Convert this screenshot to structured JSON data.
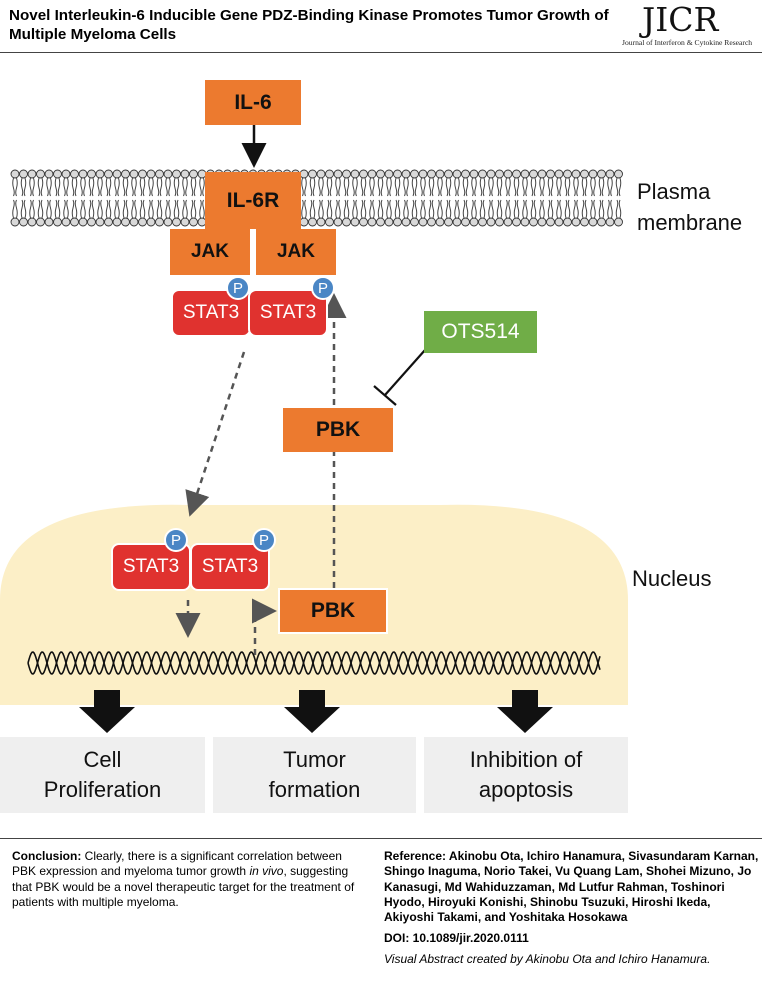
{
  "header": {
    "title": "Novel Interleukin-6 Inducible Gene PDZ-Binding Kinase Promotes Tumor Growth of Multiple Myeloma Cells",
    "journal_logo": "JICR",
    "journal_name": "Journal of Interferon & Cytokine Research"
  },
  "diagram": {
    "il6": "IL-6",
    "il6r": "IL-6R",
    "jak_left": "JAK",
    "jak_right": "JAK",
    "stat3_label": "STAT3",
    "p_label": "P",
    "inhibitor": "OTS514",
    "pbk": "PBK",
    "membrane_label": "Plasma\nmembrane",
    "nucleus_label": "Nucleus",
    "colors": {
      "orange_box": "#EC7A2F",
      "green_box": "#70AD47",
      "stat3_red": "#E0322F",
      "phospho_blue": "#4A86C5",
      "nucleus_fill": "#FCEFC7",
      "outcome_bg": "#EFEFEF"
    }
  },
  "outcomes": [
    "Cell\nProliferation",
    "Tumor\nformation",
    "Inhibition of\napoptosis"
  ],
  "footer": {
    "conclusion_label": "Conclusion:",
    "conclusion_text_1": "Clearly, there is a significant correlation between PBK expression and myeloma tumor growth",
    "conclusion_italic": "in vivo",
    "conclusion_text_2": ", suggesting that PBK would be a novel therapeutic target for the treatment of patients with multiple myeloma.",
    "reference": "Reference: Akinobu Ota, Ichiro Hanamura, Sivasundaram Karnan, Shingo Inaguma, Norio Takei, Vu Quang Lam, Shohei Mizuno, Jo Kanasugi, Md Wahiduzzaman, Md Lutfur Rahman, Toshinori Hyodo, Hiroyuki Konishi, Shinobu Tsuzuki, Hiroshi Ikeda, Akiyoshi Takami, and Yoshitaka Hosokawa",
    "doi": "DOI: 10.1089/jir.2020.0111",
    "credit": "Visual Abstract created by Akinobu Ota and Ichiro Hanamura."
  }
}
